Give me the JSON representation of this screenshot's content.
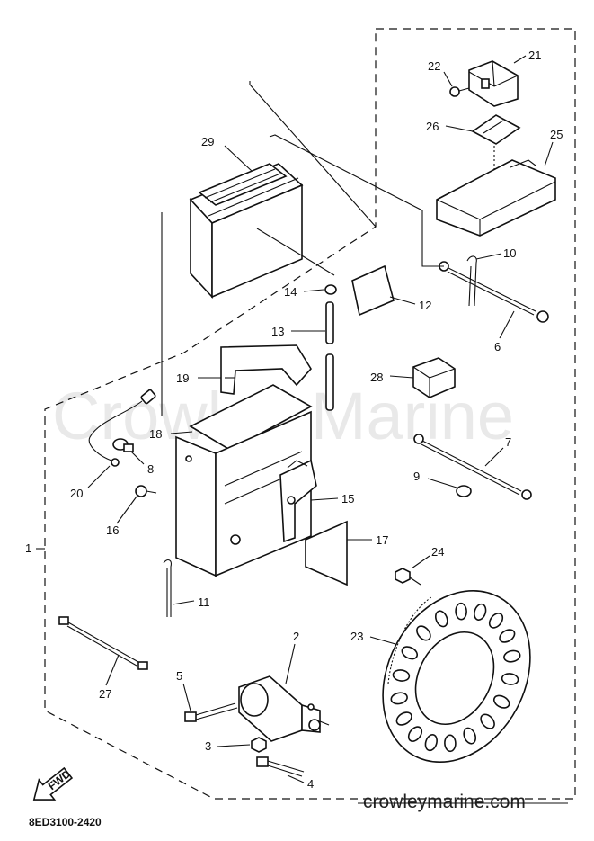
{
  "watermark": "Crowley Marine",
  "footer": {
    "site_url": "crowleymarine.com",
    "diagram_code": "8ED3100-2420",
    "fwd_label": "FWD"
  },
  "callouts": [
    {
      "id": "1",
      "part": "assembly-boundary"
    },
    {
      "id": "2",
      "part": "starter-motor"
    },
    {
      "id": "3",
      "part": "nut"
    },
    {
      "id": "4",
      "part": "bolt"
    },
    {
      "id": "5",
      "part": "bolt"
    },
    {
      "id": "6",
      "part": "cable"
    },
    {
      "id": "7",
      "part": "cable"
    },
    {
      "id": "8",
      "part": "cap"
    },
    {
      "id": "9",
      "part": "clamp"
    },
    {
      "id": "10",
      "part": "band"
    },
    {
      "id": "11",
      "part": "band"
    },
    {
      "id": "12",
      "part": "pad"
    },
    {
      "id": "13",
      "part": "breather-hose"
    },
    {
      "id": "14",
      "part": "clip"
    },
    {
      "id": "15",
      "part": "bracket"
    },
    {
      "id": "16",
      "part": "bolt"
    },
    {
      "id": "17",
      "part": "plate"
    },
    {
      "id": "18",
      "part": "sheet"
    },
    {
      "id": "19",
      "part": "battery-band"
    },
    {
      "id": "20",
      "part": "lead-wire"
    },
    {
      "id": "21",
      "part": "relay"
    },
    {
      "id": "22",
      "part": "screw"
    },
    {
      "id": "23",
      "part": "rotor"
    },
    {
      "id": "24",
      "part": "bolt"
    },
    {
      "id": "25",
      "part": "cover"
    },
    {
      "id": "26",
      "part": "stay"
    },
    {
      "id": "27",
      "part": "wire"
    },
    {
      "id": "28",
      "part": "cover"
    },
    {
      "id": "29",
      "part": "battery"
    }
  ]
}
